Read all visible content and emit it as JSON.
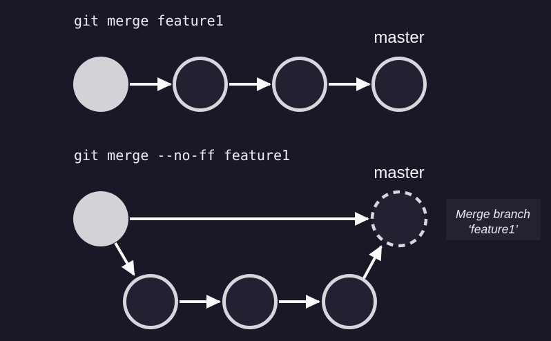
{
  "colors": {
    "background": "#191826",
    "node_fill": "#222132",
    "node_stroke": "#d7d6db",
    "head_fill": "#d3d2d6",
    "arrow": "#fafafa",
    "command_text": "#ecebf1",
    "label_text": "#f5f4f7",
    "annotation_bg": "#232231",
    "annotation_text": "#eae9ef"
  },
  "top_diagram": {
    "command": "git merge feature1",
    "branch_label": "master"
  },
  "bottom_diagram": {
    "command": "git merge --no-ff feature1",
    "branch_label": "master",
    "annotation": {
      "line1": "Merge branch",
      "line2": "‘feature1’"
    }
  }
}
